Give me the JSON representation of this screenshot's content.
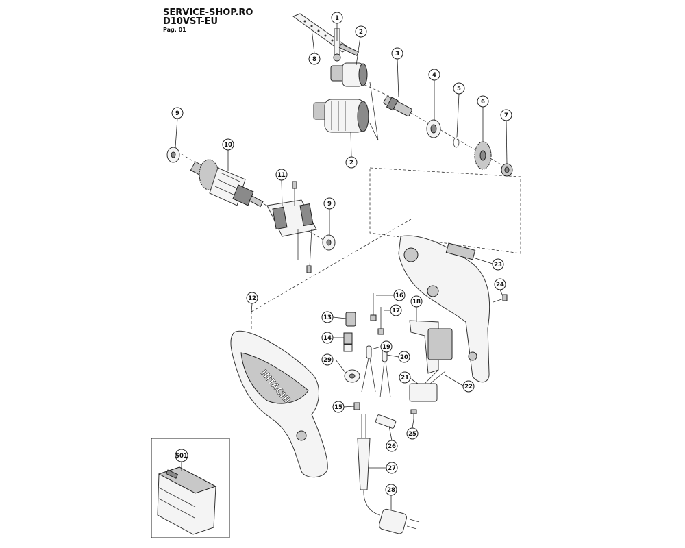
{
  "header": {
    "shop": "SERVICE-SHOP.RO",
    "model": "D10VST-EU",
    "page": "Pag. 01"
  },
  "callouts": [
    "1",
    "2",
    "3",
    "4",
    "5",
    "6",
    "7",
    "8",
    "9",
    "10",
    "11",
    "12",
    "13",
    "14",
    "15",
    "16",
    "17",
    "18",
    "19",
    "20",
    "21",
    "22",
    "23",
    "24",
    "25",
    "26",
    "27",
    "28",
    "29",
    "501"
  ],
  "handle_brand": "HITACHI"
}
